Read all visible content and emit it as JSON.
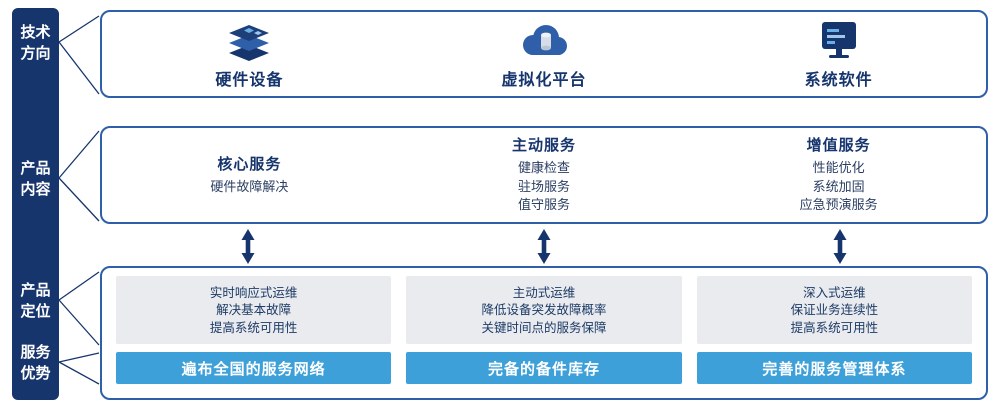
{
  "palette": {
    "navy": "#16356d",
    "box_border": "#2e5fa8",
    "banner_blue": "#3da0d9",
    "card_gray": "#e9ebef",
    "text_dark": "#1d3b66"
  },
  "sidebar": {
    "labels": [
      {
        "id": "tech-direction",
        "label": "技术方向"
      },
      {
        "id": "product-content",
        "label": "产品内容"
      },
      {
        "id": "product-positioning",
        "label": "产品定位"
      },
      {
        "id": "service-advantage",
        "label": "服务优势"
      }
    ]
  },
  "tech_row": {
    "items": [
      {
        "icon": "server-stack-icon",
        "label": "硬件设备"
      },
      {
        "icon": "cloud-database-icon",
        "label": "虚拟化平台"
      },
      {
        "icon": "monitor-icon",
        "label": "系统软件"
      }
    ]
  },
  "services_row": {
    "columns": [
      {
        "title": "核心服务",
        "items": [
          "硬件故障解决"
        ]
      },
      {
        "title": "主动服务",
        "items": [
          "健康检查",
          "驻场服务",
          "值守服务"
        ]
      },
      {
        "title": "增值服务",
        "items": [
          "性能优化",
          "系统加固",
          "应急预演服务"
        ]
      }
    ]
  },
  "bottom_row": {
    "columns": [
      {
        "lines": [
          "实时响应式运维",
          "解决基本故障",
          "提高系统可用性"
        ],
        "banner": "遍布全国的服务网络"
      },
      {
        "lines": [
          "主动式运维",
          "降低设备突发故障概率",
          "关键时间点的服务保障"
        ],
        "banner": "完备的备件库存"
      },
      {
        "lines": [
          "深入式运维",
          "保证业务连续性",
          "提高系统可用性"
        ],
        "banner": "完善的服务管理体系"
      }
    ]
  }
}
